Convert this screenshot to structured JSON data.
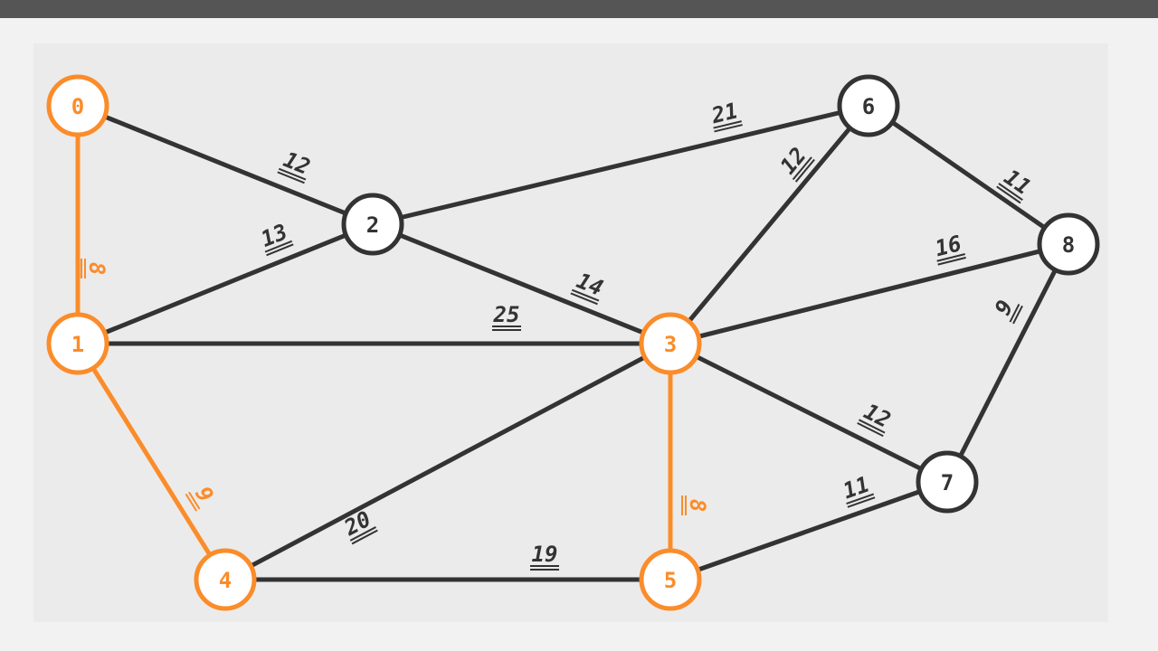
{
  "colors": {
    "default": "#333333",
    "highlight": "#fb8c2a"
  },
  "graph": {
    "nodes": [
      {
        "id": "0",
        "label": "0",
        "state": "highlight"
      },
      {
        "id": "1",
        "label": "1",
        "state": "highlight"
      },
      {
        "id": "2",
        "label": "2",
        "state": "default"
      },
      {
        "id": "3",
        "label": "3",
        "state": "highlight"
      },
      {
        "id": "4",
        "label": "4",
        "state": "highlight"
      },
      {
        "id": "5",
        "label": "5",
        "state": "highlight"
      },
      {
        "id": "6",
        "label": "6",
        "state": "default"
      },
      {
        "id": "7",
        "label": "7",
        "state": "default"
      },
      {
        "id": "8",
        "label": "8",
        "state": "default"
      }
    ],
    "edges": [
      {
        "from": "0",
        "to": "1",
        "weight": "8",
        "state": "highlight"
      },
      {
        "from": "0",
        "to": "2",
        "weight": "12",
        "state": "default"
      },
      {
        "from": "1",
        "to": "2",
        "weight": "13",
        "state": "default"
      },
      {
        "from": "1",
        "to": "3",
        "weight": "25",
        "state": "default"
      },
      {
        "from": "1",
        "to": "4",
        "weight": "9",
        "state": "highlight"
      },
      {
        "from": "2",
        "to": "3",
        "weight": "14",
        "state": "default"
      },
      {
        "from": "2",
        "to": "6",
        "weight": "21",
        "state": "default"
      },
      {
        "from": "3",
        "to": "4",
        "weight": "20",
        "state": "default"
      },
      {
        "from": "3",
        "to": "5",
        "weight": "8",
        "state": "highlight"
      },
      {
        "from": "3",
        "to": "6",
        "weight": "12",
        "state": "default"
      },
      {
        "from": "3",
        "to": "7",
        "weight": "12",
        "state": "default"
      },
      {
        "from": "3",
        "to": "8",
        "weight": "16",
        "state": "default"
      },
      {
        "from": "4",
        "to": "5",
        "weight": "19",
        "state": "default"
      },
      {
        "from": "5",
        "to": "7",
        "weight": "11",
        "state": "default"
      },
      {
        "from": "6",
        "to": "8",
        "weight": "11",
        "state": "default"
      },
      {
        "from": "7",
        "to": "8",
        "weight": "9",
        "state": "default"
      }
    ]
  }
}
